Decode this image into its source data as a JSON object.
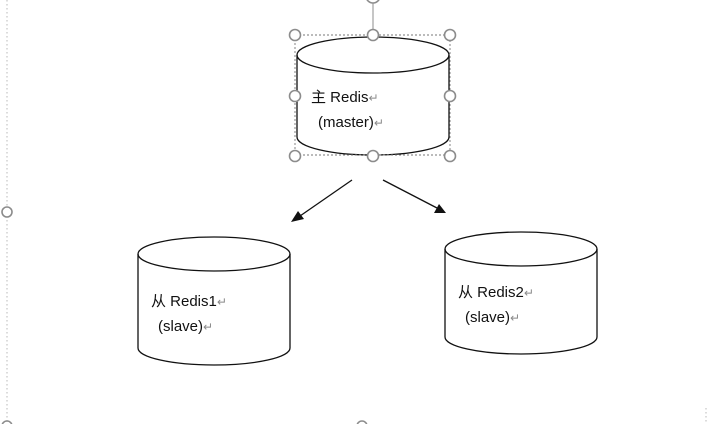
{
  "diagram": {
    "paragraph_mark": "↵",
    "nodes": {
      "master": {
        "line1": "主 Redis",
        "line2": "(master)",
        "selected": true
      },
      "slave1": {
        "line1": "从 Redis1",
        "line2": "(slave)"
      },
      "slave2": {
        "line1": "从 Redis2",
        "line2": "(slave)"
      }
    },
    "edges": [
      {
        "from": "master",
        "to": "slave1"
      },
      {
        "from": "master",
        "to": "slave2"
      }
    ],
    "colors": {
      "stroke": "#111111",
      "handle": "#8c8c8c",
      "paragraph_mark": "#8a8a8a"
    }
  }
}
